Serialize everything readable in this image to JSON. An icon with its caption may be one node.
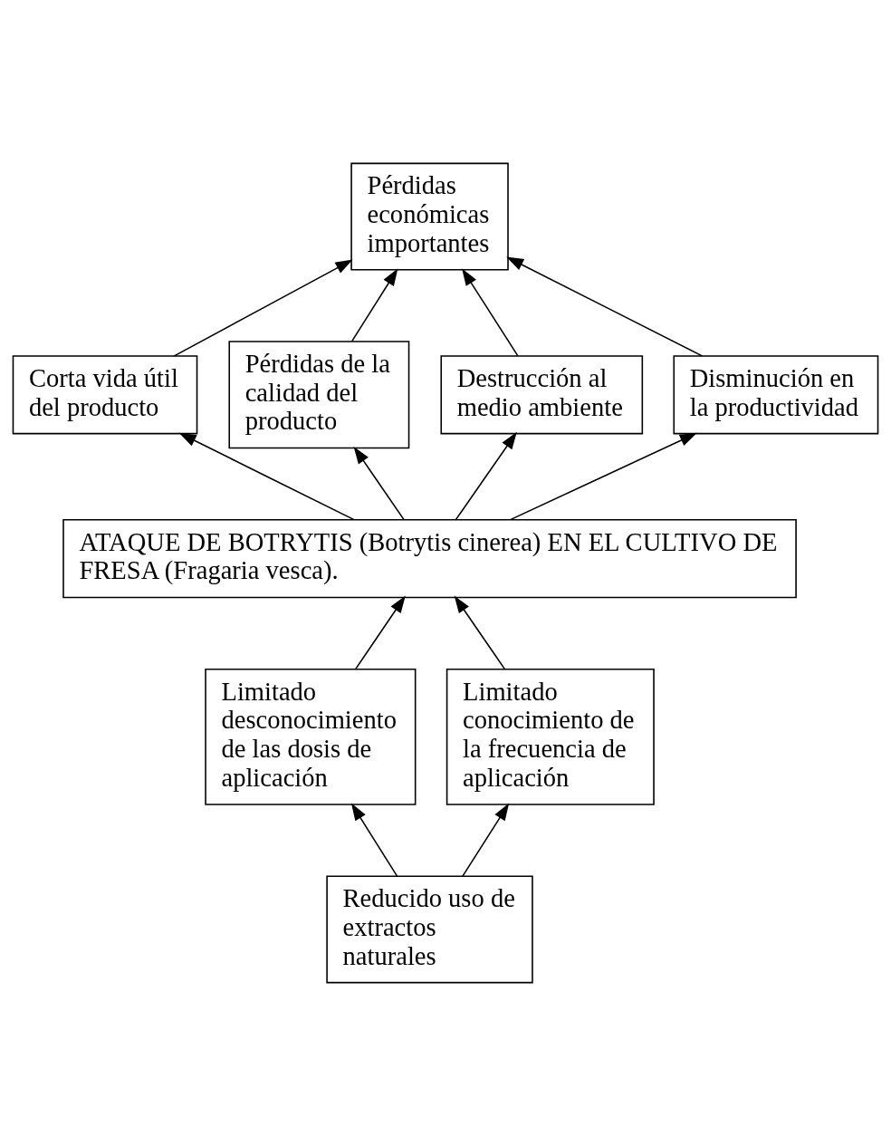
{
  "diagram": {
    "nodes": [
      {
        "text": [
          "Pérdidas económicas importantes"
        ]
      },
      {
        "text": [
          "Corta vida útil del producto"
        ]
      },
      {
        "text": [
          "Pérdidas de la calidad del producto"
        ]
      },
      {
        "text": [
          "Destrucción al medio ambiente"
        ]
      },
      {
        "text": [
          "Disminución en la productividad"
        ]
      },
      {
        "text": [
          "ATAQUE DE BOTRYTIS (Botrytis cinerea) EN EL CULTIVO DE FRESA (Fragaria vesca)."
        ]
      },
      {
        "text": [
          "Limitado desconocimiento de las dosis de aplicación"
        ]
      },
      {
        "text": [
          "Limitado conocimiento de la frecuencia de aplicación"
        ]
      },
      {
        "text": [
          "Reducido uso de extractos naturales"
        ]
      }
    ],
    "edges": [
      {
        "from": 1,
        "to": 0,
        "arrow": "to"
      },
      {
        "from": 2,
        "to": 0,
        "arrow": "to"
      },
      {
        "from": 3,
        "to": 0,
        "arrow": "to"
      },
      {
        "from": 4,
        "to": 0,
        "arrow": "to"
      },
      {
        "from": 5,
        "to": 1,
        "arrow": "to"
      },
      {
        "from": 5,
        "to": 2,
        "arrow": "to"
      },
      {
        "from": 5,
        "to": 3,
        "arrow": "to"
      },
      {
        "from": 5,
        "to": 4,
        "arrow": "to"
      },
      {
        "from": 6,
        "to": 5,
        "arrow": "to"
      },
      {
        "from": 7,
        "to": 5,
        "arrow": "to"
      },
      {
        "from": 8,
        "to": 6,
        "arrow": "to"
      },
      {
        "from": 8,
        "to": 7,
        "arrow": "to"
      }
    ]
  }
}
